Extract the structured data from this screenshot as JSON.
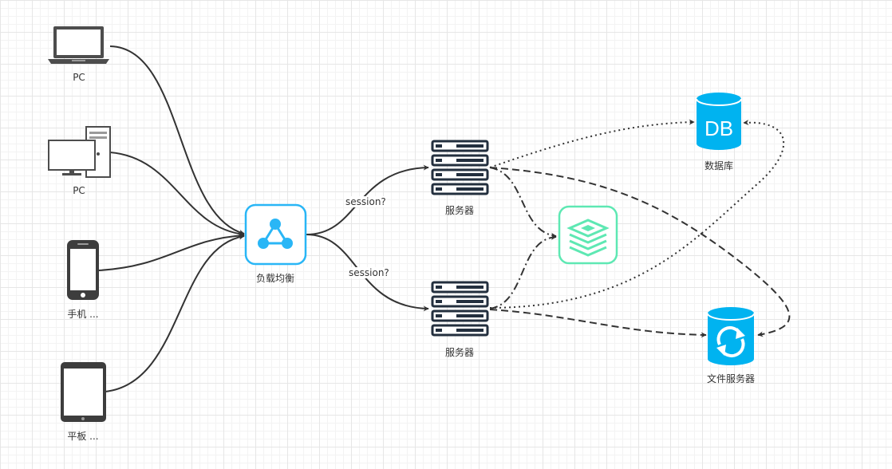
{
  "nodes": {
    "pc1": "PC",
    "pc2": "PC",
    "mobile": "手机 ...",
    "tablet": "平板 ...",
    "load_balancer": "负载均衡",
    "server1": "服务器",
    "server2": "服务器",
    "database": "数据库",
    "database_icon_text": "DB",
    "file_server": "文件服务器"
  },
  "edges": {
    "lb_to_server1": "session?",
    "lb_to_server2": "session?"
  },
  "colors": {
    "line": "#333333",
    "server": "#232f3e",
    "lb_accent": "#29b6f6",
    "db_accent": "#00b3f0",
    "cache_accent": "#5ee8b3"
  }
}
